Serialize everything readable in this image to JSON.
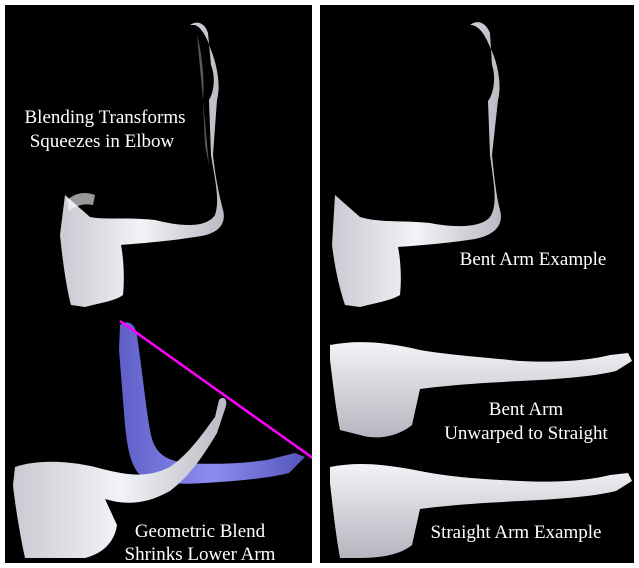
{
  "panels": {
    "top_left_caption": [
      "Blending Transforms",
      "Squeezes in Elbow"
    ],
    "bottom_left_caption": [
      "Geometric Blend",
      "Shrinks Lower Arm"
    ],
    "right_caption_1": "Bent Arm Example",
    "right_caption_2": [
      "Bent Arm",
      "Unwarped to Straight"
    ],
    "right_caption_3": "Straight Arm Example"
  },
  "colors": {
    "background": "#000000",
    "skin": "#e3e4ea",
    "blend_overlay": "#7b7de0",
    "guide_line": "#ff00ff"
  }
}
